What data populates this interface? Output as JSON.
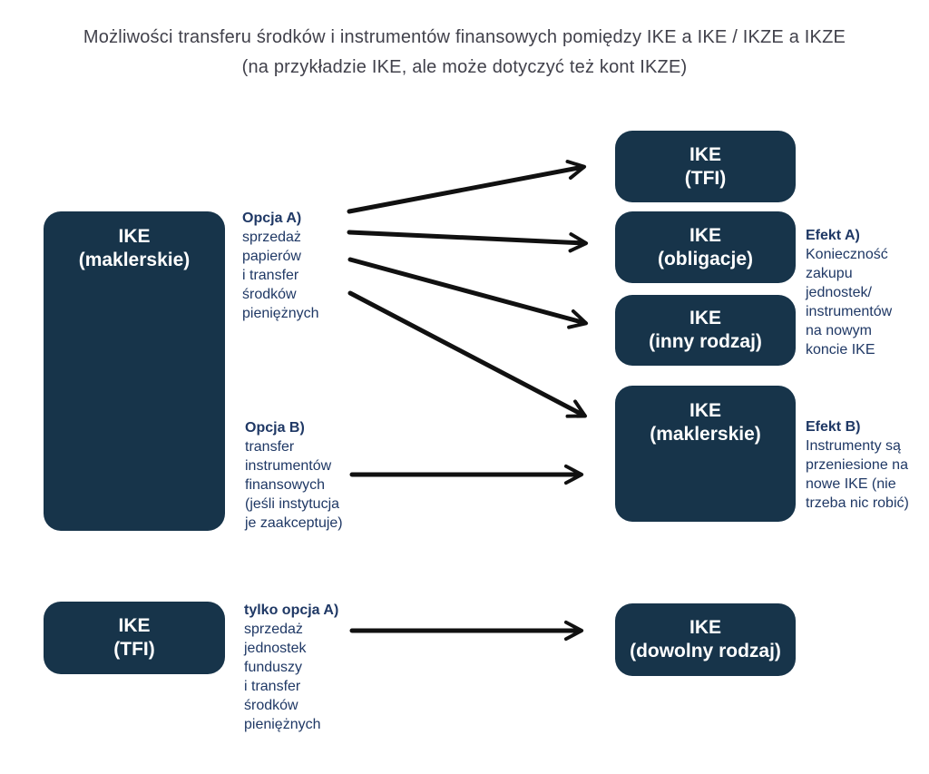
{
  "title": "Możliwości transferu środków i instrumentów finansowych pomiędzy IKE a IKE / IKZE a IKZE",
  "subtitle": "(na przykładzie IKE, ale może dotyczyć też kont IKZE)",
  "colors": {
    "box_bg": "#17344a",
    "box_text": "#ffffff",
    "note_color": "#1f3865",
    "title_color": "#41414b",
    "arrow_color": "#111111",
    "page_bg": "#ffffff"
  },
  "left_boxes": [
    {
      "line1": "IKE",
      "line2": "(maklerskie)"
    },
    {
      "line1": "IKE",
      "line2": "(TFI)"
    }
  ],
  "right_boxes": [
    {
      "line1": "IKE",
      "line2": "(TFI)"
    },
    {
      "line1": "IKE",
      "line2": "(obligacje)"
    },
    {
      "line1": "IKE",
      "line2": "(inny rodzaj)"
    },
    {
      "line1": "IKE",
      "line2": "(maklerskie)"
    },
    {
      "line1": "IKE",
      "line2": "(dowolny rodzaj)"
    }
  ],
  "annotations": {
    "opcja_a": {
      "heading": "Opcja A)",
      "lines": [
        "sprzedaż",
        "papierów",
        "i transfer",
        "środków",
        "pieniężnych"
      ]
    },
    "opcja_b": {
      "heading": "Opcja B)",
      "lines": [
        "transfer",
        "instrumentów",
        "finansowych",
        "(jeśli instytucja",
        "je zaakceptuje)"
      ]
    },
    "tylko_opcja_a": {
      "heading": "tylko opcja A)",
      "lines": [
        "sprzedaż",
        "jednostek",
        "funduszy",
        "i transfer",
        "środków",
        "pieniężnych"
      ]
    },
    "efekt_a": {
      "heading": "Efekt A)",
      "lines": [
        "Konieczność",
        "zakupu",
        "jednostek/",
        "instrumentów",
        "na nowym",
        "koncie IKE"
      ]
    },
    "efekt_b": {
      "heading": "Efekt B)",
      "lines": [
        "Instrumenty są",
        "przeniesione na",
        "nowe IKE (nie",
        "trzeba nic robić)"
      ]
    }
  }
}
